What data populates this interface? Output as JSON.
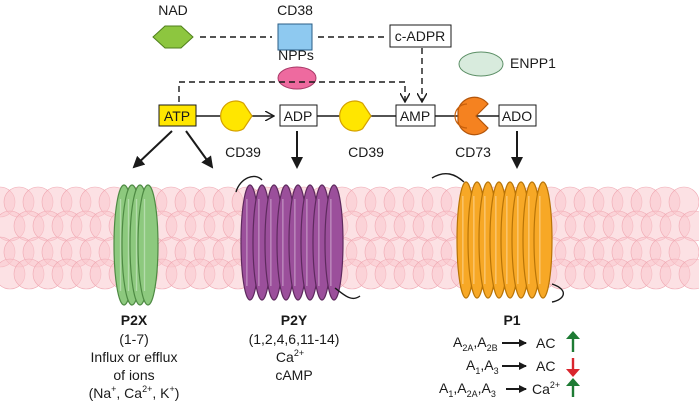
{
  "molecules": {
    "nad": "NAD",
    "cd38": "CD38",
    "cadpr": "c-ADPR",
    "enpp1": "ENPP1",
    "npps": "NPPs",
    "atp": "ATP",
    "adp": "ADP",
    "amp": "AMP",
    "ado": "ADO"
  },
  "enzymes": {
    "cd39_first": "CD39",
    "cd39_second": "CD39",
    "cd73": "CD73"
  },
  "receptors": {
    "p2x": {
      "name": "P2X",
      "subtypes": "(1-7)",
      "line1": "Influx or efflux",
      "line2": "of ions",
      "ions_na": "(Na",
      "ions_ca": ", Ca",
      "ions_k": ", K",
      "ions_close": ")",
      "sup_plus": "+",
      "sup_2plus": "2+"
    },
    "p2y": {
      "name": "P2Y",
      "subtypes": "(1,2,4,6,11-14)",
      "ca": "Ca",
      "ca_sup": "2+",
      "camp": "cAMP"
    },
    "p1": {
      "name": "P1",
      "rows": [
        {
          "lhs": "A2A,A2B",
          "rhs": "AC",
          "effect": "up"
        },
        {
          "lhs": "A1,A3",
          "rhs": "AC",
          "effect": "down"
        },
        {
          "lhs": "A1,A2A,A3",
          "rhs": "Ca2+",
          "effect": "up"
        }
      ],
      "a": "A",
      "comma": ",",
      "sub_1": "1",
      "sub_2a": "2A",
      "sub_2b": "2B",
      "sub_3": "3",
      "ac": "AC",
      "ca": "Ca",
      "ca_sup": "2+"
    }
  },
  "colors": {
    "nad_hexagon": "#8DC63F",
    "cd38_square": "#8EC9F0",
    "enpp1_oval": "#D8EBDD",
    "npps_oval": "#EE6A9F",
    "atp_box": "#FFE600",
    "cd39": "#FFE600",
    "cd73": "#F58220",
    "p2x": "#8DC97E",
    "p2y": "#9B4F9B",
    "p1": "#F7A826",
    "membrane": "#F9C8CE",
    "up_arrow": "#1E7B34",
    "down_arrow": "#D9262E"
  }
}
